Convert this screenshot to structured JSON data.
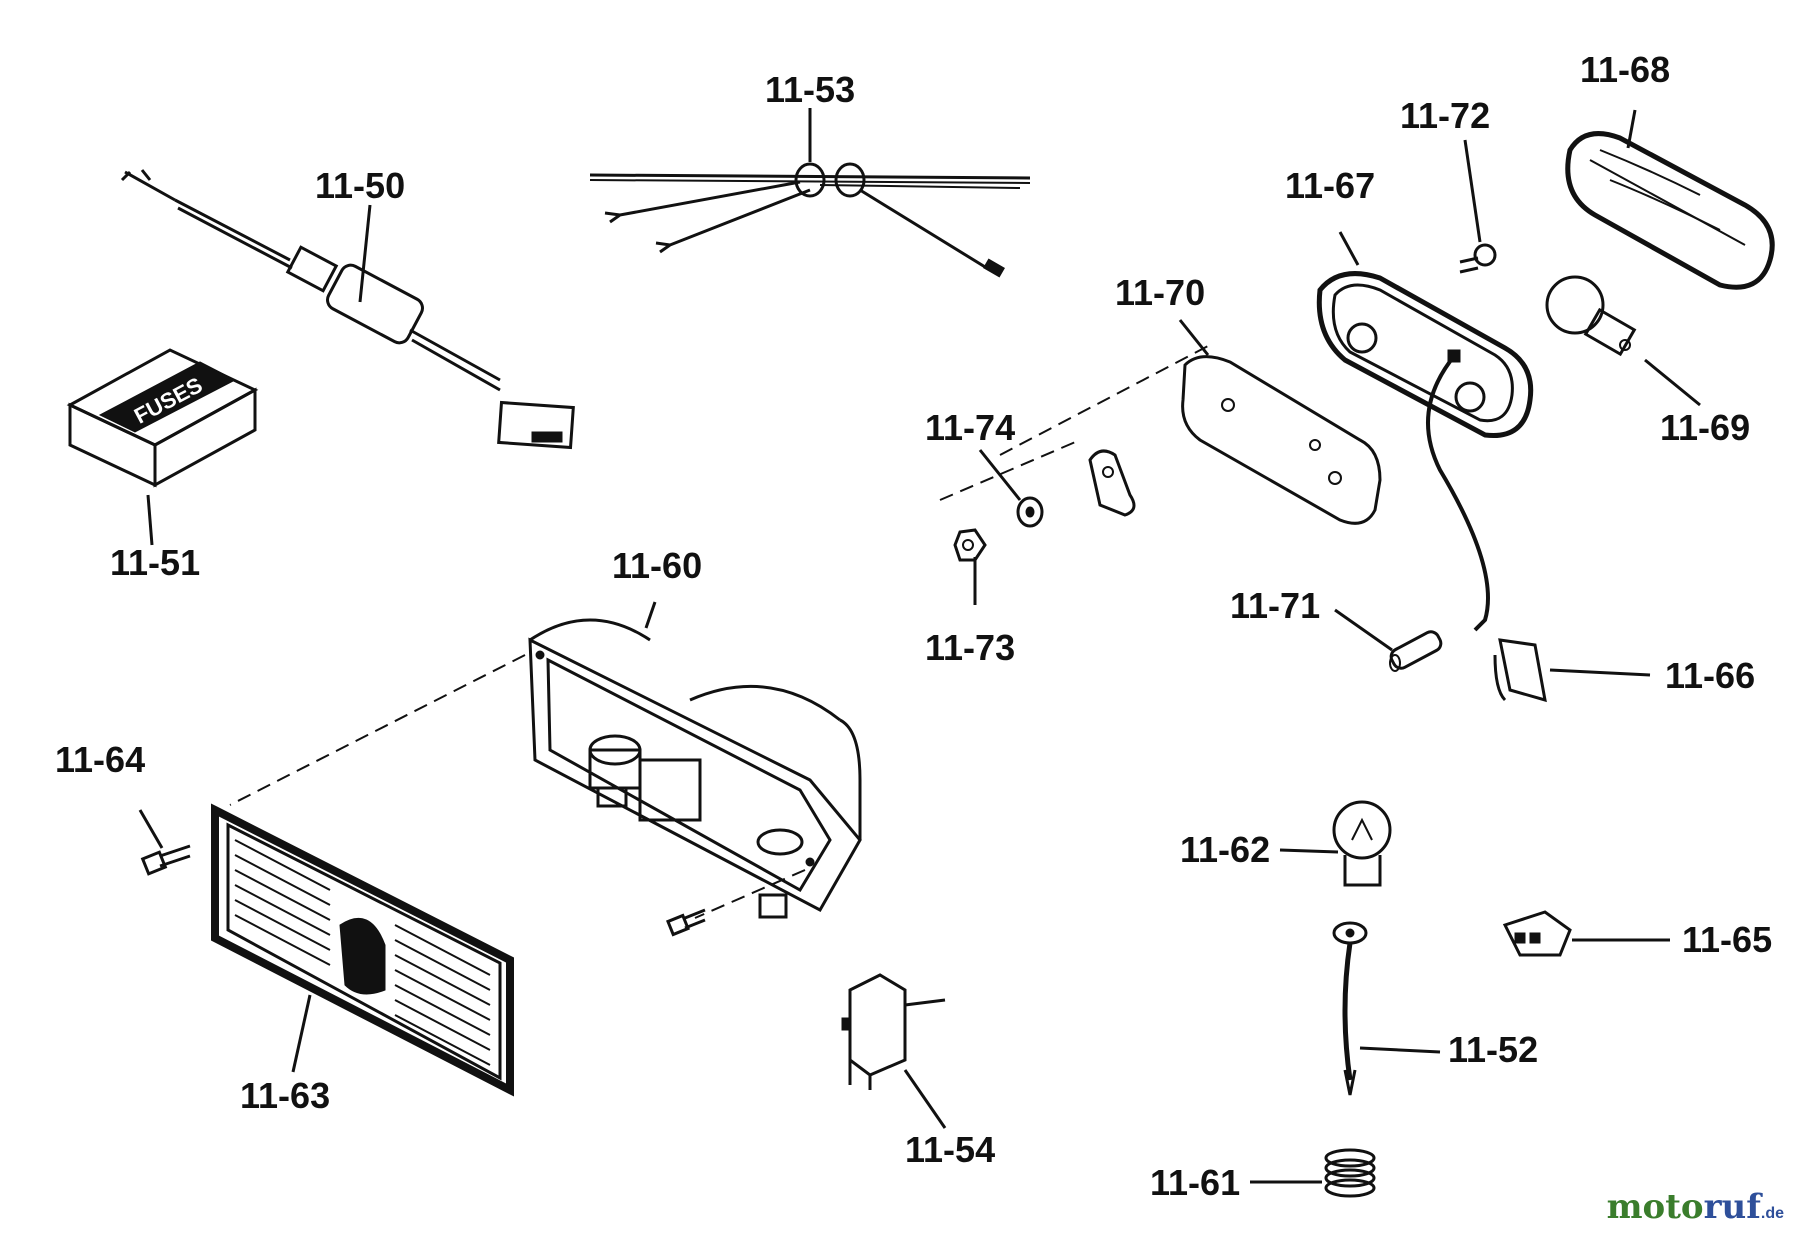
{
  "parts": {
    "p11_50": "11-50",
    "p11_51": "11-51",
    "p11_52": "11-52",
    "p11_53": "11-53",
    "p11_54": "11-54",
    "p11_60": "11-60",
    "p11_61": "11-61",
    "p11_62": "11-62",
    "p11_63": "11-63",
    "p11_64": "11-64",
    "p11_65": "11-65",
    "p11_66": "11-66",
    "p11_67": "11-67",
    "p11_68": "11-68",
    "p11_69": "11-69",
    "p11_70": "11-70",
    "p11_71": "11-71",
    "p11_72": "11-72",
    "p11_73": "11-73",
    "p11_74": "11-74"
  },
  "fuse_box_text": "FUSES",
  "watermark": {
    "part1": "moto",
    "part2": "ruf",
    "part3": ".de"
  }
}
